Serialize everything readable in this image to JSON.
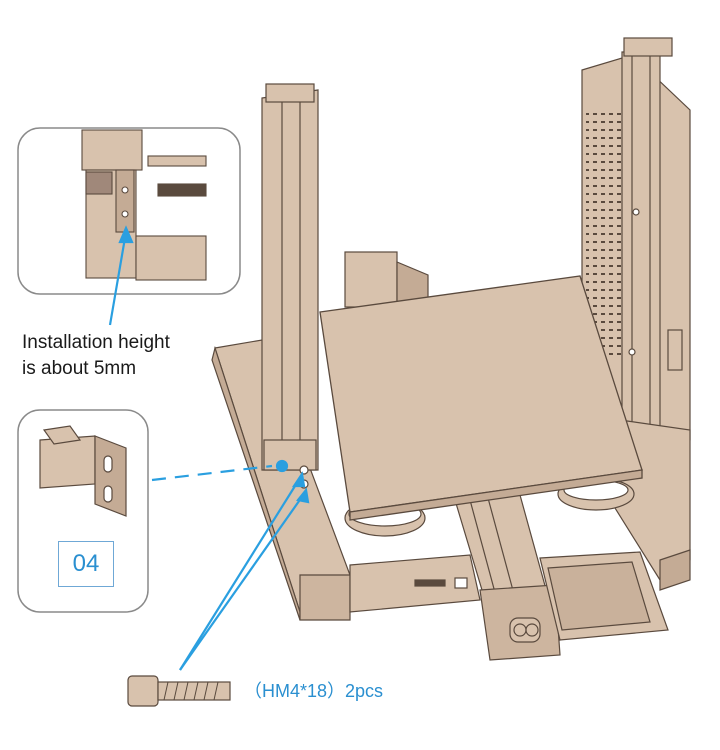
{
  "annotation": {
    "installation_line1": "Installation height",
    "installation_line2": "is about 5mm"
  },
  "part": {
    "number": "04"
  },
  "screw": {
    "label": "（HM4*18）2pcs",
    "icon": "hex-socket-screw-icon"
  },
  "colors": {
    "printer_body": "#d8c2ad",
    "outline": "#5a4a3e",
    "callout_blue": "#2a9fe0",
    "panel_border": "#8a8a8a"
  }
}
